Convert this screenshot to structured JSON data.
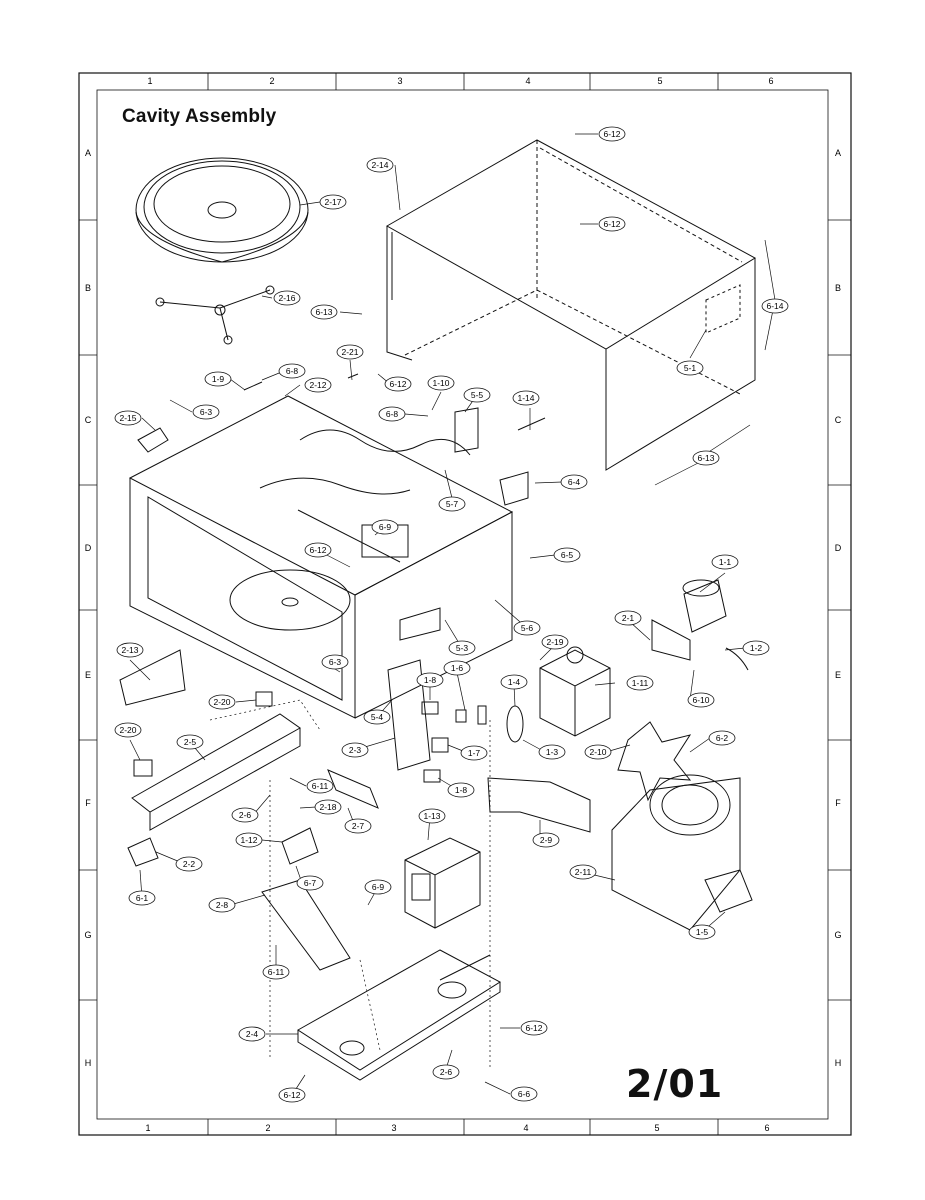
{
  "title": "Cavity Assembly",
  "page_number": "2/01",
  "grid": {
    "columns": [
      "1",
      "2",
      "3",
      "4",
      "5",
      "6"
    ],
    "rows": [
      "A",
      "B",
      "C",
      "D",
      "E",
      "F",
      "G",
      "H"
    ]
  },
  "callouts": [
    "6-12",
    "6-12",
    "2-14",
    "2-17",
    "6-14",
    "2-16",
    "6-13",
    "5-1",
    "2-21",
    "6-8",
    "1-9",
    "2-12",
    "6-12",
    "1-10",
    "5-5",
    "1-14",
    "2-15",
    "6-3",
    "6-8",
    "6-13",
    "6-4",
    "5-7",
    "6-9",
    "6-12",
    "6-5",
    "1-1",
    "2-1",
    "1-2",
    "2-19",
    "5-6",
    "5-3",
    "2-13",
    "6-3",
    "1-11",
    "1-6",
    "1-8",
    "1-4",
    "6-10",
    "2-20",
    "5-4",
    "2-20",
    "2-5",
    "2-3",
    "1-7",
    "1-3",
    "2-10",
    "6-2",
    "6-11",
    "1-8",
    "2-6",
    "2-18",
    "2-7",
    "2-9",
    "1-12",
    "1-13",
    "2-2",
    "6-7",
    "2-11",
    "6-1",
    "6-9",
    "2-8",
    "1-5",
    "6-11",
    "6-12",
    "2-4",
    "2-6",
    "6-12",
    "6-6"
  ],
  "colors": {
    "line": "#111111",
    "background": "#ffffff"
  }
}
